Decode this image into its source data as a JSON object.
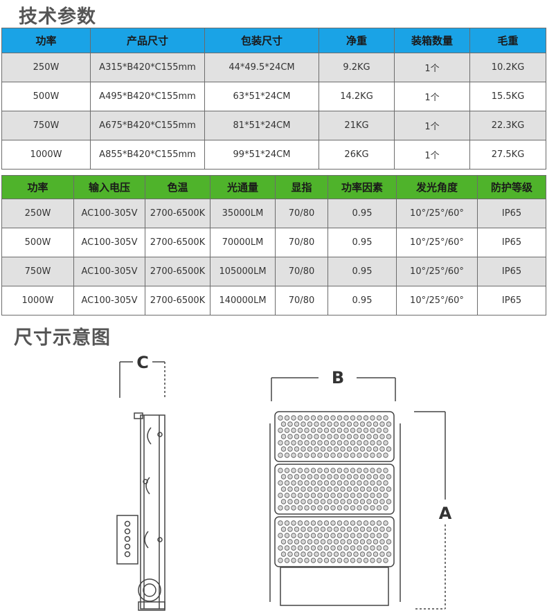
{
  "section1_title": "技术参数",
  "section2_title": "尺寸示意图",
  "table1": {
    "headers": [
      "功率",
      "产品尺寸",
      "包装尺寸",
      "净重",
      "装箱数量",
      "毛重"
    ],
    "rows": [
      [
        "250W",
        "A315*B420*C155mm",
        "44*49.5*24CM",
        "9.2KG",
        "1个",
        "10.2KG"
      ],
      [
        "500W",
        "A495*B420*C155mm",
        "63*51*24CM",
        "14.2KG",
        "1个",
        "15.5KG"
      ],
      [
        "750W",
        "A675*B420*C155mm",
        "81*51*24CM",
        "21KG",
        "1个",
        "22.3KG"
      ],
      [
        "1000W",
        "A855*B420*C155mm",
        "99*51*24CM",
        "26KG",
        "1个",
        "27.5KG"
      ]
    ]
  },
  "table2": {
    "headers": [
      "功率",
      "输入电压",
      "色温",
      "光通量",
      "显指",
      "功率因素",
      "发光角度",
      "防护等级"
    ],
    "rows": [
      [
        "250W",
        "AC100-305V",
        "2700-6500K",
        "35000LM",
        "70/80",
        "0.95",
        "10°/25°/60°",
        "IP65"
      ],
      [
        "500W",
        "AC100-305V",
        "2700-6500K",
        "70000LM",
        "70/80",
        "0.95",
        "10°/25°/60°",
        "IP65"
      ],
      [
        "750W",
        "AC100-305V",
        "2700-6500K",
        "105000LM",
        "70/80",
        "0.95",
        "10°/25°/60°",
        "IP65"
      ],
      [
        "1000W",
        "AC100-305V",
        "2700-6500K",
        "140000LM",
        "70/80",
        "0.95",
        "10°/25°/60°",
        "IP65"
      ]
    ]
  },
  "diagram": {
    "label_a": "A",
    "label_b": "B",
    "label_c": "C"
  },
  "colors": {
    "table1_header": "#1aa3e6",
    "table2_header": "#4fb32b",
    "row_shade": "#e1e1e1"
  }
}
